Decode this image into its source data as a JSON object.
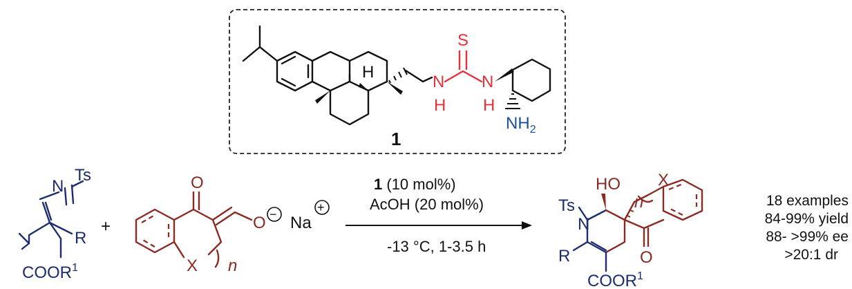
{
  "catalyst": {
    "number": "1",
    "thiourea_s": "S",
    "nh_left_n": "N",
    "nh_left_h": "H",
    "nh_right_n": "N",
    "nh_right_h": "H",
    "stereo_h": "H",
    "amine_n": "N",
    "amine_h": "H",
    "amine_sub": "2"
  },
  "reactant1": {
    "n": "N",
    "ts": "Ts",
    "r": "R",
    "ester": "COOR",
    "ester_sup": "1"
  },
  "plus": "+",
  "reactant2": {
    "carbonyl_o": "O",
    "enolate_o": "O",
    "minus": "−",
    "na": "Na",
    "plus_sign": "+",
    "x": "X",
    "n": "n"
  },
  "conditions": {
    "cat_number": "1",
    "cat_loading": " (10 mol%)",
    "additive": "AcOH (20 mol%)",
    "temp_time": "-13 °C, 1-3.5 h"
  },
  "product": {
    "ho": "HO",
    "ts": "Ts",
    "n": "N",
    "r": "R",
    "x": "X",
    "n_index": "n",
    "ketone_o": "O",
    "ester": "COOR",
    "ester_sup": "1"
  },
  "summary": {
    "examples": "18 examples",
    "yield": "84-99% yield",
    "ee": "88- >99% ee",
    "dr": ">20:1 dr"
  },
  "colors": {
    "catalyst_core": "#111111",
    "thiourea": "#e8303a",
    "amine": "#1a4fa0",
    "imine_fragment": "#1c2c6e",
    "ketone_fragment": "#8a2a22"
  }
}
